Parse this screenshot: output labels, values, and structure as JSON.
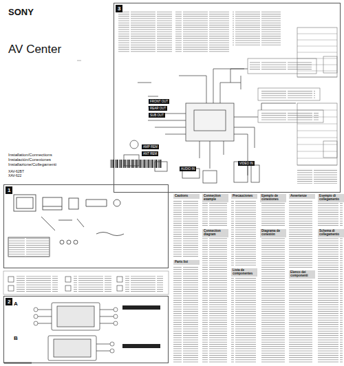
{
  "diagram": {
    "title": "AV Center",
    "nodes": [
      {
        "text": [
          "1"
        ]
      },
      {
        "text": [
          "2"
        ]
      },
      {
        "text": [
          "3"
        ]
      },
      {
        "text": [
          "AMP REM"
        ],
        "in": 2
      },
      {
        "text": [
          "ANT REM"
        ],
        "in": 2
      },
      {
        "text": [
          "FRONT OUT"
        ],
        "in": 2
      },
      {
        "text": [
          "REAR OUT"
        ],
        "in": 2
      },
      {
        "text": [
          "SUB OUT"
        ],
        "in": 2
      },
      {
        "text": [
          "AUDIO IN"
        ],
        "in": 2
      },
      {
        "text": [
          "VIDEO IN"
        ],
        "in": 2
      }
    ],
    "labels": [
      "SONY",
      "Installation/Connections",
      "Instalación/Conexiones",
      "Installazione/Collegamenti",
      "XAV-62BT",
      "XAV-622",
      "A",
      "B",
      "Cautions",
      "Connection example",
      "Precauciones",
      "Ejemplo de conexiones",
      "Avvertenze",
      "Esempio di collegamento",
      "Parts list",
      "Connection diagram",
      "Lista de componentes",
      "Diagrama de conexión",
      "Elenco dei componenti",
      "Schema di collegamento"
    ]
  }
}
